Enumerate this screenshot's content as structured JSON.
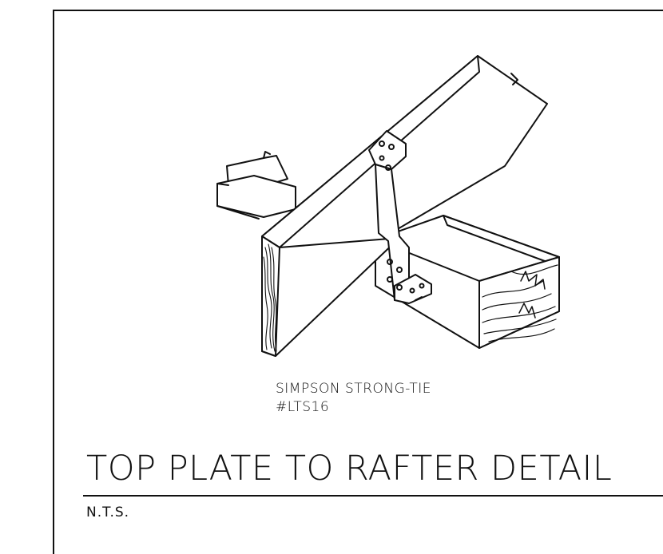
{
  "callout": {
    "line1": "SIMPSON STRONG-TIE",
    "line2": "#LTS16"
  },
  "title": "TOP PLATE TO RAFTER DETAIL",
  "scale_note": "N.T.S.",
  "colors": {
    "ink": "#111111",
    "paper": "#ffffff"
  }
}
